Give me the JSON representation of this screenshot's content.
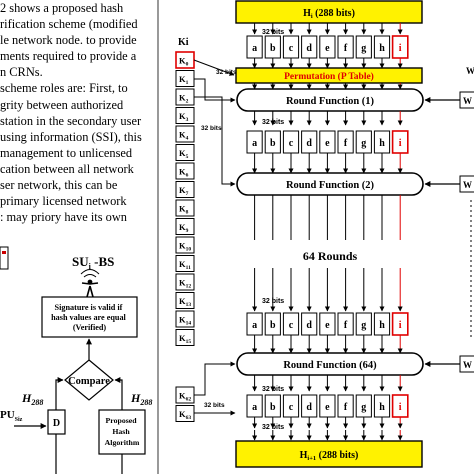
{
  "paragraph": {
    "lines": [
      "2 shows a proposed hash",
      "rification scheme (modified",
      "le network node. to provide",
      "ments required to provide a",
      "n CRNs.",
      "scheme roles are: First, to",
      "grity between authorized",
      "station in the secondary user",
      "using information (SSI), this",
      "management to unlicensed",
      "cation between all network",
      "ser network, this can be",
      "primary licensed network",
      ": may priory have its own"
    ]
  },
  "left_diagram": {
    "bs_label": "SU",
    "bs_label_sub": "i",
    "bs_label_rest": " -BS",
    "verify_box_lines": [
      "Signature is valid if",
      "hash values are equal",
      "(Verified)"
    ],
    "compare_label": "Compare",
    "h_left": "H",
    "h_left_sub": "288",
    "h_right": "H",
    "h_right_sub": "288",
    "pu_label": "PU",
    "pu_sub": "Siz",
    "d_box": "D",
    "hash_box_lines": [
      "Proposed",
      "Hash",
      "Algorithm"
    ]
  },
  "key_column": {
    "header": "Ki",
    "keys": [
      {
        "k": "K",
        "sub": "0"
      },
      {
        "k": "K",
        "sub": "1"
      },
      {
        "k": "K",
        "sub": "2"
      },
      {
        "k": "K",
        "sub": "3"
      },
      {
        "k": "K",
        "sub": "4"
      },
      {
        "k": "K",
        "sub": "5"
      },
      {
        "k": "K",
        "sub": "6"
      },
      {
        "k": "K",
        "sub": "7"
      },
      {
        "k": "K",
        "sub": "8"
      },
      {
        "k": "K",
        "sub": "9"
      },
      {
        "k": "K",
        "sub": "10"
      },
      {
        "k": "K",
        "sub": "11"
      },
      {
        "k": "K",
        "sub": "12"
      },
      {
        "k": "K",
        "sub": "13"
      },
      {
        "k": "K",
        "sub": "14"
      },
      {
        "k": "K",
        "sub": "15"
      }
    ],
    "bottom_keys": [
      {
        "k": "K",
        "sub": "62"
      },
      {
        "k": "K",
        "sub": "63"
      }
    ]
  },
  "hash_diagram": {
    "top_block": {
      "h": "H",
      "sub": "i",
      "rest": " (288 bits)"
    },
    "bit_label": "32 bits",
    "word_cells": [
      "a",
      "b",
      "c",
      "d",
      "e",
      "f",
      "g",
      "h",
      "i"
    ],
    "permutation": "Permutation (P Table)",
    "rounds": [
      "Round Function (1)",
      "Round Function (2)",
      "Round Function (64)"
    ],
    "rounds_mid": "64 Rounds",
    "bottom_block": {
      "h": "H",
      "sub": "i+1",
      "rest": " (288 bits)"
    },
    "w_label": "W"
  },
  "colors": {
    "yellow": "#FFF200",
    "key_red": "#E00000",
    "blue_cell": "#1F3FA0",
    "line": "#000000"
  }
}
